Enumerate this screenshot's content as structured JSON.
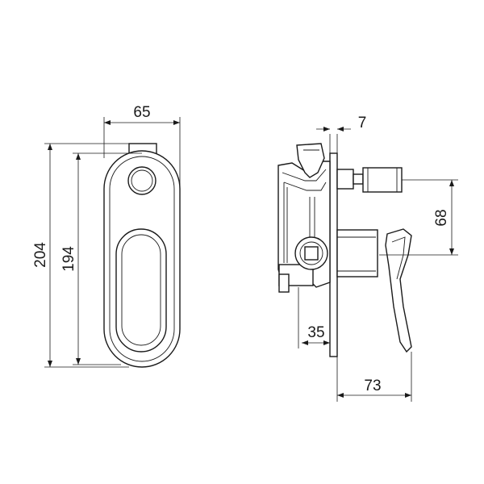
{
  "dimensions": {
    "front_width": "65",
    "front_total_height": "204",
    "front_plate_height": "194",
    "side_plate_offset": "7",
    "side_outlet_height": "68",
    "side_body_depth": "35",
    "side_handle_depth": "73"
  }
}
